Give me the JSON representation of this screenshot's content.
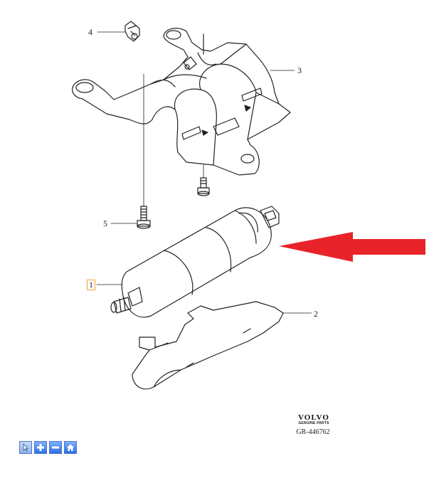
{
  "diagram": {
    "callouts": [
      {
        "id": "1",
        "label": "1"
      },
      {
        "id": "2",
        "label": "2"
      },
      {
        "id": "3",
        "label": "3"
      },
      {
        "id": "4",
        "label": "4"
      },
      {
        "id": "5",
        "label": "5"
      }
    ],
    "highlighted_callout": "1",
    "arrow_color": "#e8242a"
  },
  "brand": {
    "name": "VOLVO",
    "subtitle": "GENUINE PARTS"
  },
  "reference": "GR-446762",
  "toolbar": {
    "buttons": [
      {
        "icon": "pointer-icon"
      },
      {
        "icon": "zoom-in-icon"
      },
      {
        "icon": "zoom-out-icon"
      },
      {
        "icon": "home-icon"
      }
    ]
  }
}
